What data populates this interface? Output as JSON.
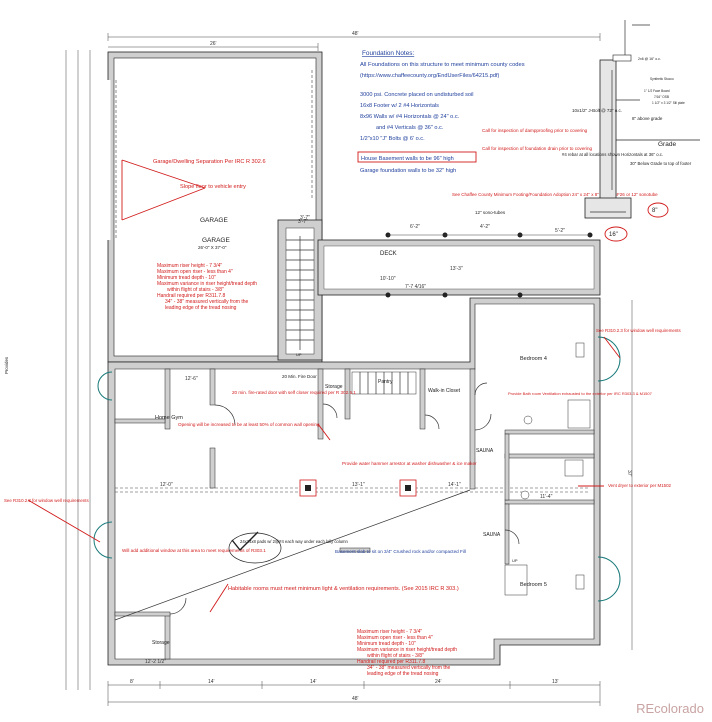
{
  "foundation_notes": {
    "title": "Foundation Notes:",
    "lines": [
      "All Foundations on this structure to meet minimum county codes",
      "(https://www.chaffeecounty.org/EndUserFiles/64215.pdf)",
      "3000 psi. Concrete placed on undisturbed soil",
      "16x8 Footer w/ 2 #4 Horizontals",
      "8x96 Walls w/ #4 Horizontals @ 24\" o.c.",
      "and #4 Verticals @ 36\" o.c.",
      "1/2\"x10 \"J\" Bolts @ 6' o.c."
    ],
    "boxed_line": "House Basement walls to be 96\" high",
    "last_line": "Garage foundation walls to be 32\" high",
    "inspect_damp": "Call for inspection of dampproofing prior to covering",
    "inspect_drain": "Call for inspection of foundation drain prior to covering"
  },
  "section": {
    "label_grade": "Grade",
    "label_above": "8\" above grade",
    "label_below": "30\" Below Grade to top of footer",
    "label_rebar": "#4 rebar at all locations shown Horizontals at 36\" o.c.",
    "label_jbolt": "10x1/2\" J-Bolt @ 72\" o.c.",
    "label_16": "16\"",
    "label_8": "8\"",
    "small_top": "2x6 @ 16\" o.c.",
    "small_1": "Synthetic Stucco",
    "small_2": "1\" 1/2 Face Board",
    "small_3": "7/16\" OSB",
    "small_4": "1 1/2\" x 3 1/2\" Sill plate"
  },
  "garage": {
    "separation": "Garage/Dwelling Separation Per IRC R 302.6",
    "slope": "Slope floor to vehicle entry",
    "label": "GARAGE",
    "label2": "GARAGE",
    "size": "26'-0\" X 37'-0\""
  },
  "stair_notes_1": [
    "Maximum riser height - 7 3/4\"",
    "Maximum open riser - less than 4\"",
    "Minimum tread depth - 10\"",
    "Maximum variance in riser height/tread depth",
    "within flight of stairs - 3/8\"",
    "Handrail required per R311.7.8",
    "34\" - 38\" measured vertically from the",
    "leading edge of the tread nosing"
  ],
  "stair_notes_2": [
    "Maximum riser height - 7 3/4\"",
    "Maximum open riser - less than 4\"",
    "Minimum tread depth - 10\"",
    "Maximum variance in riser height/tread depth",
    "within flight of stairs - 3/8\"",
    "Handrail required per R311.7.8",
    "34\" - 38\" measured vertically from the",
    "leading edge of the tread nosing"
  ],
  "deck": {
    "label": "DECK",
    "footing_note": "See Chaffee County Minimum Footing/Foundation Adoption 24\" x 24\" x 8\" pad or BF26 or 12\" sonotube",
    "sonotube": "12\" sono-tubes"
  },
  "rooms": {
    "home_gym": "Home Gym",
    "storage": "Storage",
    "pantry": "Pantry",
    "walk_in": "Walk-in Closet",
    "bedroom4": "Bedroom 4",
    "bedroom5": "Bedroom 5",
    "sauna1": "SAUNA",
    "sauna2": "SAUNA",
    "storage2": "Storage",
    "fire_door": "20 Min. Fire Door"
  },
  "notes": {
    "fire_note": "20 min. fire-rated door with self closer required per R 302.5.1",
    "opening": "Opening will be increased to be at least 50% of common wall opening",
    "water_hammer": "Provide water hammer arrestor at washer dishwasher & ice maker",
    "bath_vent": "Provide Bath room Ventilation exhausted to the exterior per IRC R303.3 & M1507",
    "egress_right": "See R310.2.3 for window well requirements",
    "egress_left": "See R310.2.3 for window well requirements",
    "dryer": "Vent dryer to exterior per M1502",
    "pads": "24x24x8 pads w/ 2@#4 each way under each lally column",
    "basement_slab": "Basement slab to sit on 3/4\" Crushed rock and/or compacted Fill",
    "window_add": "Will add additional window at this area to meet requirements of R303.1",
    "habitable": "Habitable rooms must meet minimum light & ventilation requirements. (See 2015 IRC R 303.)",
    "up1": "UP",
    "up2": "UP",
    "provides": "Provides"
  },
  "dims": {
    "top_total": "48'",
    "top_garage": "26'",
    "right_total": "37'",
    "bottom_total": "48'",
    "b1": "8'",
    "b2": "14'",
    "b3": "14'",
    "b4": "24'",
    "b5": "13'",
    "d_12_6": "12'-6\"",
    "d_12_0": "12'-0\"",
    "d_13_1": "13'-1\"",
    "d_14_1": "14'-1\"",
    "d_11_4": "11'-4\"",
    "d_12_2": "12'-2 1/2\"",
    "d_10_10": "10'-10\"",
    "d_7_7": "7'-7 4/16\"",
    "d_3_7": "3'-7\"",
    "d_6_2": "6'-2\"",
    "d_4_2": "4'-2\"",
    "d_5_2": "5'-2\"",
    "d_13_3": "13'-3\"",
    "d_3_7b": "3'-7\""
  },
  "watermark": "REcolorado"
}
